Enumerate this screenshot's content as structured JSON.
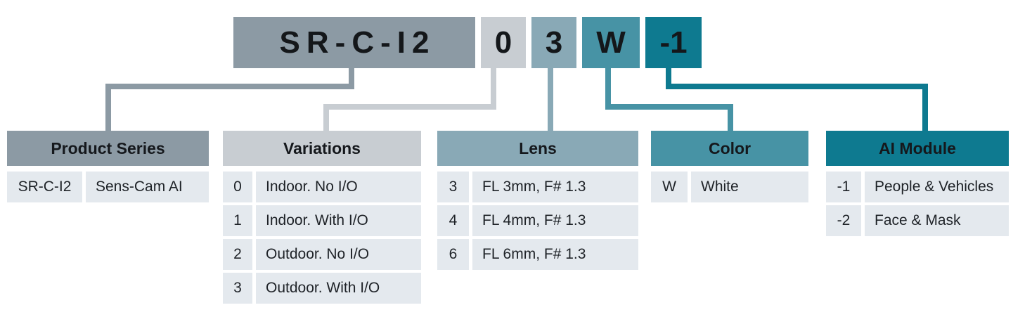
{
  "part_number": {
    "segments": [
      {
        "id": "series",
        "code": "SR-C-I2"
      },
      {
        "id": "variation",
        "code": "0"
      },
      {
        "id": "lens",
        "code": "3"
      },
      {
        "id": "color",
        "code": "W"
      },
      {
        "id": "ai_module",
        "code": "-1"
      }
    ]
  },
  "sections": [
    {
      "title": "Product Series",
      "rows": [
        {
          "code": "SR-C-I2",
          "desc": "Sens-Cam AI"
        }
      ]
    },
    {
      "title": "Variations",
      "rows": [
        {
          "code": "0",
          "desc": "Indoor. No I/O"
        },
        {
          "code": "1",
          "desc": "Indoor. With I/O"
        },
        {
          "code": "2",
          "desc": "Outdoor. No I/O"
        },
        {
          "code": "3",
          "desc": "Outdoor. With I/O"
        }
      ]
    },
    {
      "title": "Lens",
      "rows": [
        {
          "code": "3",
          "desc": "FL 3mm, F# 1.3"
        },
        {
          "code": "4",
          "desc": "FL 4mm, F# 1.3"
        },
        {
          "code": "6",
          "desc": "FL 6mm, F# 1.3"
        }
      ]
    },
    {
      "title": "Color",
      "rows": [
        {
          "code": "W",
          "desc": "White"
        }
      ]
    },
    {
      "title": "AI Module",
      "rows": [
        {
          "code": "-1",
          "desc": "People & Vehicles"
        },
        {
          "code": "-2",
          "desc": "Face & Mask"
        }
      ]
    }
  ],
  "colors": {
    "series": "#8c9aa4",
    "variations": "#c8cdd2",
    "lens": "#89a9b6",
    "color": "#4793a5",
    "ai": "#0e7a90",
    "cell_bg": "#e4e9ee",
    "text": "#1e2227"
  }
}
